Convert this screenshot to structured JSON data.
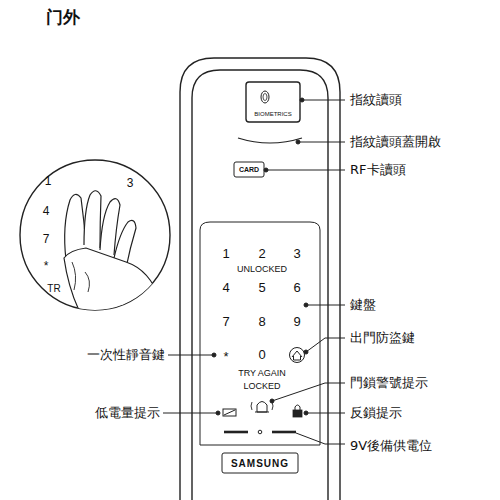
{
  "diagram": {
    "title": "门外",
    "labels": [
      "指紋讀頭",
      "指紋讀頭蓋開啟",
      "RF卡讀頭",
      "鍵盤",
      "出門防盜鍵",
      "一次性靜音鍵",
      "門鎖警號提示",
      "低電量提示",
      "反鎖提示",
      "9V後備供電位",
      "BIOMETRICS",
      "CARD",
      "1",
      "2",
      "3",
      "UNLOCKED",
      "4",
      "5",
      "6",
      "7",
      "8",
      "9",
      "*",
      "0",
      "TRY AGAIN",
      "LOCKED",
      "SAMSUNG",
      "1",
      "3",
      "4",
      "7",
      "*",
      "TR"
    ]
  }
}
